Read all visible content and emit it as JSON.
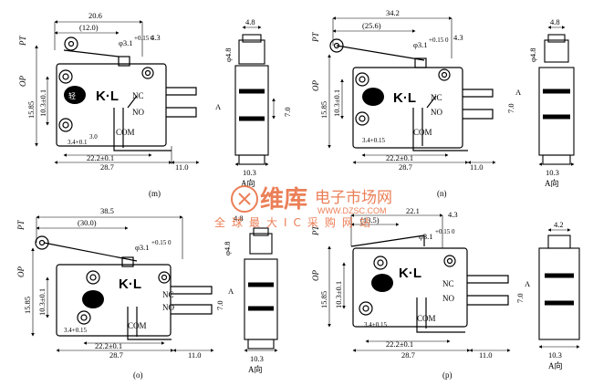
{
  "panels": {
    "m": {
      "caption": "(m)",
      "pt": "PT",
      "op": "OP",
      "d_top": "20.6",
      "d_lever": "(12.0)",
      "d_hole": "φ3.1",
      "d_tol": "+0.15 0",
      "d_4_3": "4.3",
      "d_h1": "15.85",
      "d_h2": "10.3±0.1",
      "d_c1": "3.4+0.1",
      "d_c2": "3.0",
      "d_22": "22.2±0.1",
      "d_28": "28.7",
      "d_11": "11.0",
      "nc": "NC",
      "no": "NO",
      "com": "COM",
      "brand": "K·L",
      "sv_top": "4.8",
      "sv_dia": "φ4.8",
      "sv_h": "7.0",
      "sv_w": "10.3",
      "sv_a": "A",
      "sv_cap": "A向"
    },
    "n": {
      "caption": "(n)",
      "pt": "PT",
      "op": "OP",
      "d_top": "34.2",
      "d_lever": "(25.6)",
      "d_hole": "φ3.1",
      "d_tol": "+0.15 0",
      "d_4_3": "4.3",
      "d_h1": "15.85",
      "d_h2": "10.3±0.1",
      "d_c1": "3.4+0.15",
      "d_c2": "",
      "d_22": "22.2±0.1",
      "d_28": "28.7",
      "d_11": "11.0",
      "nc": "NC",
      "no": "NO",
      "com": "COM",
      "brand": "K·L",
      "sv_top": "4.8",
      "sv_dia": "φ4.8",
      "sv_h": "7.0",
      "sv_w": "10.3",
      "sv_a": "A",
      "sv_cap": "A向"
    },
    "o": {
      "caption": "(o)",
      "pt": "PT",
      "op": "OP",
      "d_top": "38.5",
      "d_lever": "(30.0)",
      "d_hole": "φ3.1",
      "d_tol": "+0.15 0",
      "d_4_3": "4.8",
      "d_h1": "15.85",
      "d_h2": "10.3±0.1",
      "d_c1": "3.4+0.15",
      "d_c2": "",
      "d_22": "22.2±0.1",
      "d_28": "28.7",
      "d_11": "11.0",
      "nc": "NC",
      "no": "NO",
      "com": "COM",
      "brand": "K·L",
      "sv_top": "",
      "sv_dia": "φ4.8",
      "sv_h": "7.0",
      "sv_w": "10.3",
      "sv_a": "A",
      "sv_cap": "A向"
    },
    "p": {
      "caption": "(p)",
      "pt": "PT",
      "op": "OP",
      "d_top": "22.1",
      "d_lever": "(13.5)",
      "d_hole": "φ3.1",
      "d_tol": "+0.15 0",
      "d_4_3": "4.3",
      "d_h1": "15.85",
      "d_h2": "10.3±0.1",
      "d_c1": "3.4+0.15",
      "d_c2": "",
      "d_22": "22.2±0.1",
      "d_28": "28.7",
      "d_11": "11.0",
      "nc": "NC",
      "no": "NO",
      "com": "COM",
      "brand": "K·L",
      "sv_top": "4.2",
      "sv_dia": "",
      "sv_h": "7.0",
      "sv_w": "10.3",
      "sv_a": "A",
      "sv_cap": "A向"
    }
  },
  "watermark": {
    "brand_cn": "维库",
    "tagline_cn": "电子市场网",
    "url": "WWW.DZSC.COM",
    "subline_cn": "全球最大IC采购网站"
  },
  "colors": {
    "ink": "#000000",
    "watermark": "#e8693a",
    "paper": "#ffffff"
  }
}
